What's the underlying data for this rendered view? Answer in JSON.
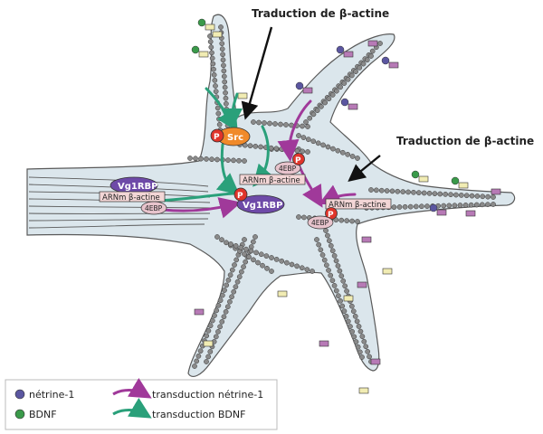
{
  "callouts": {
    "top": "Traduction de β-actine",
    "right": "Traduction de β-actine"
  },
  "molecules": {
    "src": "Src",
    "p": "P",
    "vg1rbp": "Vg1RBP",
    "arnm": "ARNm β-actine",
    "ebp": "4EBP"
  },
  "legend": {
    "netrin": "nétrine-1",
    "bdnf": "BDNF",
    "netrin_path": "transduction nétrine-1",
    "bdnf_path": "transduction BDNF"
  },
  "colors": {
    "cell_fill": "#dbe6ec",
    "cell_stroke": "#5a5a5a",
    "netrin": "#5b56a0",
    "bdnf": "#3a9a4a",
    "netrin_arrow": "#a0399a",
    "bdnf_arrow": "#2aa07a",
    "src": "#f08a2a",
    "phospho": "#e0342a",
    "vg1rbp": "#6e4aa8",
    "arnm_box": "#f3d6d6",
    "ebp": "#e7c3cc",
    "receptor_purple": "#b77ab6",
    "receptor_yellow": "#f1ecb3"
  },
  "icons": {
    "netrin": "netrin-ball-icon",
    "bdnf": "bdnf-ball-icon"
  }
}
